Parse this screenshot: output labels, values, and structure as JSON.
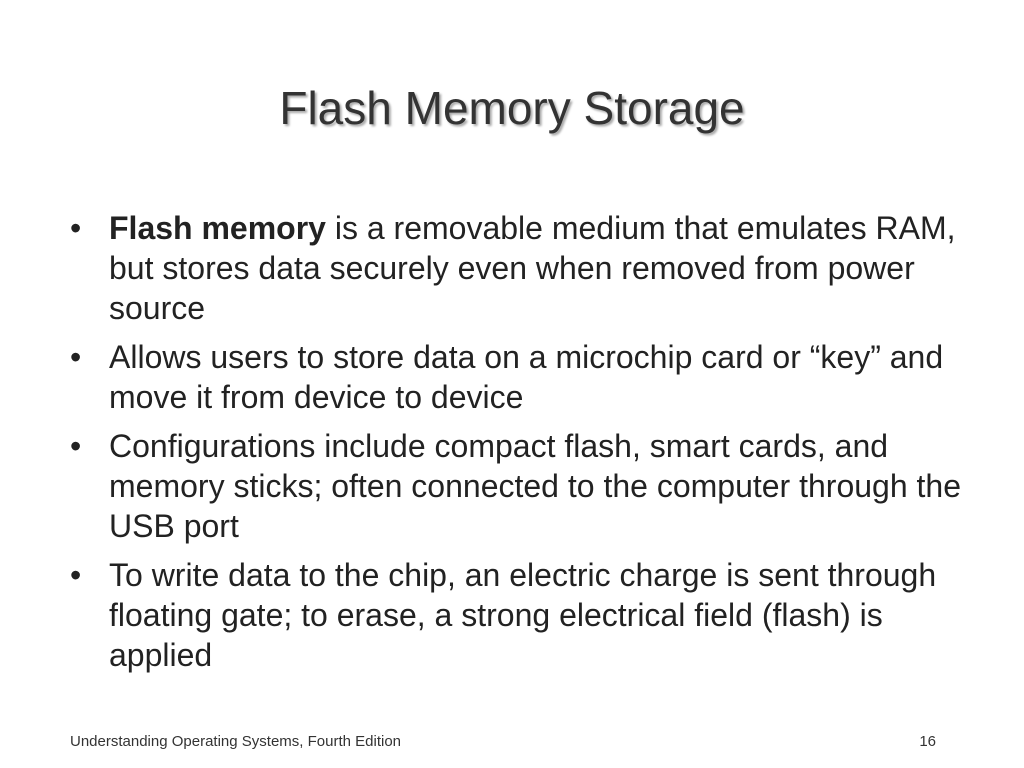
{
  "slide": {
    "title": "Flash Memory Storage",
    "bullet_symbol": "•",
    "bullets": [
      {
        "term": "Flash memory",
        "text": " is a removable medium that emulates RAM, but stores data securely even when removed from power source"
      },
      {
        "term": "",
        "text": "Allows users to store data on a microchip card or “key” and move it from device to device"
      },
      {
        "term": "",
        "text": "Configurations include compact flash, smart cards, and memory sticks; often connected to the computer through the USB port"
      },
      {
        "term": "",
        "text": "To write data to the chip, an electric charge is sent through floating gate; to erase, a strong electrical field (flash) is applied"
      }
    ]
  },
  "footer": {
    "book_title": "Understanding Operating Systems, Fourth Edition",
    "page_number": "16"
  }
}
